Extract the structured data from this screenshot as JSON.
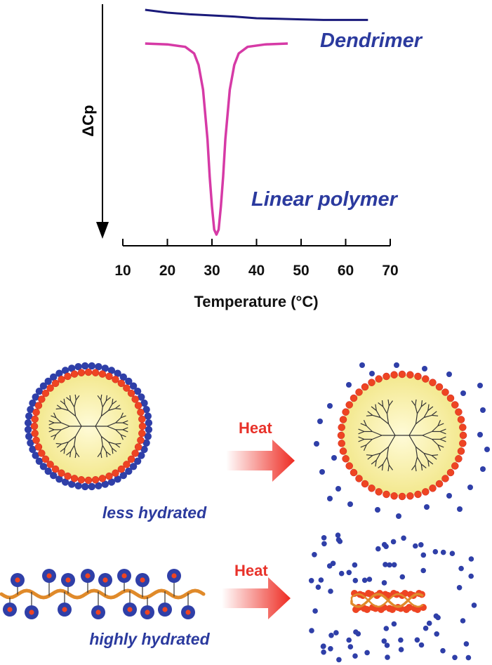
{
  "chart_data": {
    "type": "line",
    "xlabel": "Temperature (°C)",
    "ylabel": "ΔCp",
    "xlim": [
      10,
      70
    ],
    "x_ticks": [
      "10",
      "20",
      "30",
      "40",
      "50",
      "60",
      "70"
    ],
    "y_direction": "down-arrow",
    "grid": false,
    "series": [
      {
        "name": "Dendrimer",
        "color": "#1a1a7a",
        "x": [
          15,
          20,
          25,
          30,
          35,
          40,
          45,
          50,
          55,
          60,
          65
        ],
        "y": [
          0.0,
          -0.05,
          -0.08,
          -0.1,
          -0.12,
          -0.15,
          -0.16,
          -0.17,
          -0.18,
          -0.18,
          -0.18
        ]
      },
      {
        "name": "Linear polymer",
        "color": "#d63aa6",
        "x": [
          15,
          20,
          24,
          26,
          27,
          28,
          29,
          29.5,
          30,
          30.5,
          31,
          31.5,
          32,
          32.5,
          33,
          34,
          35,
          36,
          38,
          42,
          47
        ],
        "y": [
          -0.7,
          -0.75,
          -0.9,
          -1.3,
          -2.0,
          -3.5,
          -6.5,
          -8.8,
          -10.6,
          -12.0,
          -12.3,
          -12.0,
          -10.6,
          -8.8,
          -6.5,
          -3.5,
          -2.0,
          -1.3,
          -0.9,
          -0.75,
          -0.7
        ]
      }
    ]
  },
  "colors": {
    "blue_text": "#2b3a9e",
    "blue_dot": "#2f3fa8",
    "red_dot": "#ee4422",
    "core_fill": "#fbf3b0",
    "core_edge": "#ddd38a",
    "branch": "#333333",
    "chain": "#e08a2a",
    "heat_label": "#e8322a"
  },
  "schematic": {
    "heat_label_top": "Heat",
    "heat_label_bottom": "Heat",
    "caption_top": "less hydrated",
    "caption_bottom": "highly hydrated"
  }
}
